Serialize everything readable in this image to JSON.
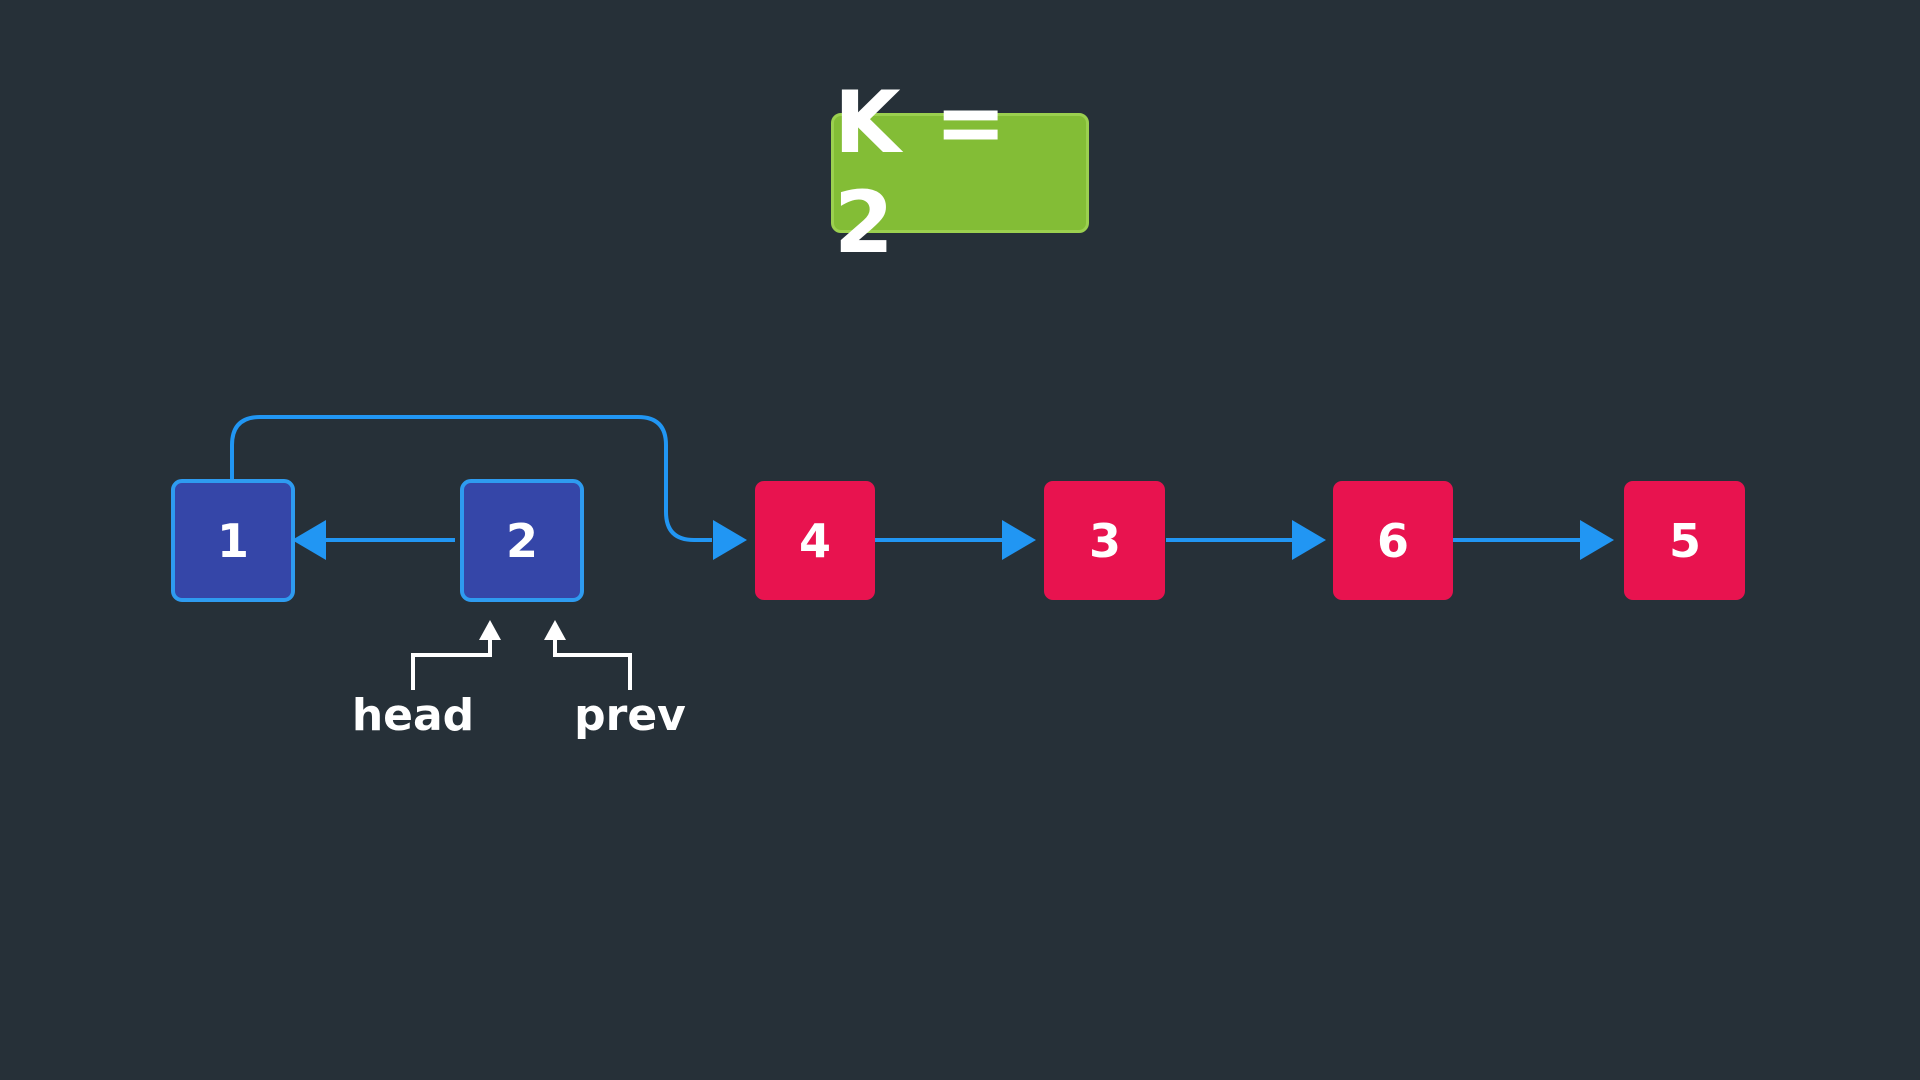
{
  "k_label": "K = 2",
  "colors": {
    "background": "#263038",
    "badge": "#83bd36",
    "reversed_node_fill": "#3546a8",
    "reversed_node_border": "#2e9bf0",
    "pending_node_fill": "#e8134f",
    "arrow": "#2196f3",
    "pointer": "#ffffff"
  },
  "nodes": [
    {
      "id": "n1",
      "label": "1",
      "state": "reversed"
    },
    {
      "id": "n2",
      "label": "2",
      "state": "reversed"
    },
    {
      "id": "n4",
      "label": "4",
      "state": "pending"
    },
    {
      "id": "n3",
      "label": "3",
      "state": "pending"
    },
    {
      "id": "n6",
      "label": "6",
      "state": "pending"
    },
    {
      "id": "n5",
      "label": "5",
      "state": "pending"
    }
  ],
  "links": [
    {
      "from": "2",
      "to": "1"
    },
    {
      "from": "1",
      "to": "4"
    },
    {
      "from": "4",
      "to": "3"
    },
    {
      "from": "3",
      "to": "6"
    },
    {
      "from": "6",
      "to": "5"
    }
  ],
  "pointers": [
    {
      "label": "head",
      "target": "2"
    },
    {
      "label": "prev",
      "target": "2"
    }
  ]
}
